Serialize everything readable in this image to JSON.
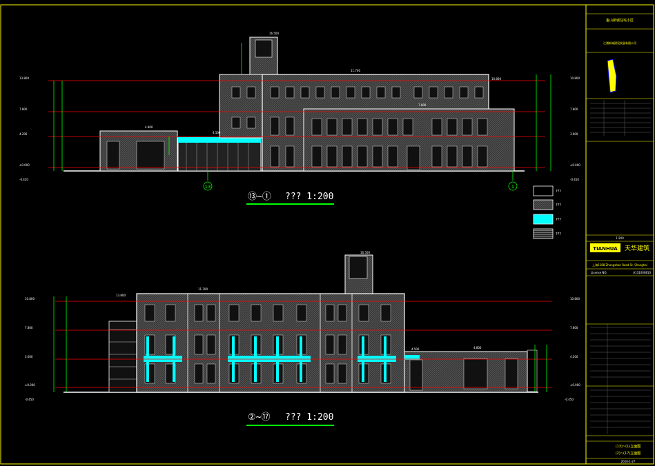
{
  "elevation_top": {
    "title_mark": "⑬~①",
    "title_text": "??? 1:200",
    "grid_left": "13",
    "grid_right": "1",
    "levels_left": [
      "13.800",
      "7.800",
      "4.200",
      "±0.000",
      "-0.450"
    ],
    "levels_right": [
      "10.800",
      "7.800",
      "3.600",
      "±0.000",
      "-0.450"
    ],
    "roof_level": "16.500",
    "mid_labels": [
      "11.700",
      "7.800",
      "4.800",
      "4.500",
      "10.800"
    ]
  },
  "elevation_bottom": {
    "title_mark": "②~⑰",
    "title_text": "??? 1:200",
    "levels_left": [
      "10.800",
      "7.800",
      "3.600",
      "±0.000",
      "-0.450"
    ],
    "levels_right": [
      "10.800",
      "7.800",
      "4.200",
      "±0.000",
      "-0.450"
    ],
    "roof_level": "16.500",
    "mid_labels": [
      "13.800",
      "11.700",
      "4.800",
      "4.500"
    ]
  },
  "legend": {
    "items": [
      {
        "label": "???",
        "pattern": "blank"
      },
      {
        "label": "???",
        "pattern": "hatch"
      },
      {
        "label": "???",
        "pattern": "cyan"
      },
      {
        "label": "???",
        "pattern": "stripes"
      }
    ]
  },
  "title_block": {
    "project_name": "金山新城住宅小区",
    "client": "江浦新城建设发展有限公司",
    "scale": "1:200",
    "firm_logo": "TIANHUA",
    "firm_name": "天华建筑",
    "address": "上海1188 Zhongshan Road St. Shanghai",
    "license_label": "License NO.",
    "license_no": "A131000810",
    "sheet_title_1": "(13)~(1)立面图",
    "sheet_title_2": "(2)~(17)立面图",
    "date": "2010-1-27"
  },
  "colors": {
    "background": "#000000",
    "outline": "#ffffff",
    "level_line": "#ff0000",
    "dimension": "#00ff00",
    "glass": "#00ffff",
    "facade": "#4a4a4a",
    "text": "#ffff00"
  }
}
